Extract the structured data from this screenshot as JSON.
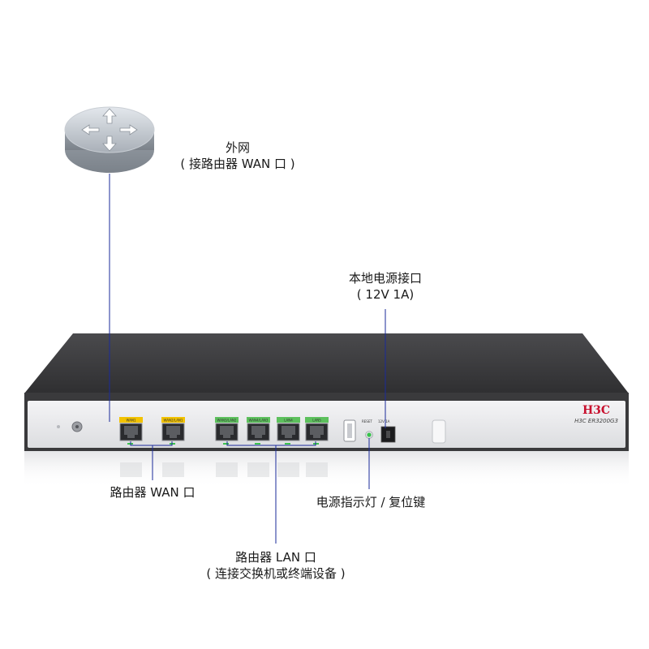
{
  "labels": {
    "internet_line1": "外网",
    "internet_line2": "( 接路由器 WAN 口 )",
    "power_line1": "本地电源接口",
    "power_line2": "( 12V 1A)",
    "wan": "路由器 WAN 口",
    "indicator": "电源指示灯 / 复位键",
    "lan_line1": "路由器 LAN 口",
    "lan_line2": "( 连接交换机或终端设备 )"
  },
  "device": {
    "brand": "H3C",
    "model": "H3C  ER3200G3",
    "ports": [
      {
        "label": "WAN1",
        "color": "#f2c200"
      },
      {
        "label": "WAN2/LAN1",
        "color": "#f2c200"
      },
      {
        "label": "WAN3/LAN2",
        "color": "#5cc05c"
      },
      {
        "label": "WAN4/LAN3",
        "color": "#5cc05c"
      },
      {
        "label": "LAN4",
        "color": "#5cc05c"
      },
      {
        "label": "LAN5",
        "color": "#5cc05c"
      }
    ],
    "reset_label": "RESET",
    "power_spec": "12V  1A"
  },
  "colors": {
    "leader_line": "#1a2a9a",
    "chassis_top": "#3d3d3f",
    "front_panel": "#e9e9ec"
  }
}
